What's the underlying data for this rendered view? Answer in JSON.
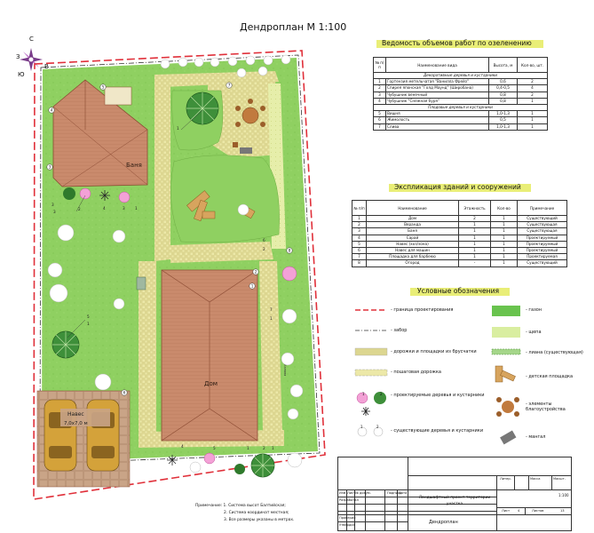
{
  "title": "Дендроплан М 1:100",
  "compass": {
    "n": "С",
    "s": "Ю",
    "w": "З",
    "e": "В"
  },
  "plan": {
    "labels": {
      "banya": "Баня",
      "dom": "Дом",
      "naves": "Навес",
      "naves_size": "7,0х7,0 м",
      "kanava": "Канава"
    },
    "markers": {
      "m1": "1",
      "m2": "2",
      "m3": "3",
      "m4": "4",
      "m5": "5",
      "m6": "6",
      "m7": "7",
      "m8": "8"
    },
    "callouts": {
      "c1": "1",
      "c2": "2",
      "c3": "3",
      "c3b": "3",
      "c3c": "3",
      "c5": "5",
      "c6": "6",
      "c1b": "1",
      "c4": "4",
      "c2b": "2",
      "c7": "7",
      "c1c": "1",
      "c1d": "1",
      "c4b": "4",
      "c5b": "5",
      "c1e": "1",
      "c2c": "2",
      "c1f": "1"
    }
  },
  "volume_table": {
    "title": "Ведомость объемов работ по озеленению",
    "headers": [
      "№ п/п",
      "Наименование вида",
      "Высота, м",
      "Кол-во, шт."
    ],
    "section1": "Декоративные деревья и кустарники",
    "rows1": [
      [
        "1",
        "Гортензия метельчатая \"Ванилла Фрейз\"",
        "0,6",
        "2"
      ],
      [
        "2",
        "Спирея японская \"Голд Маунд\" (Широбана)",
        "0,4-0,5",
        "4"
      ],
      [
        "3",
        "Чубушник венечный",
        "0,8",
        "2"
      ],
      [
        "4",
        "Чубушник \"Снежная буря\"",
        "0,8",
        "1"
      ]
    ],
    "section2": "Плодовые деревья и кустарники",
    "rows2": [
      [
        "5",
        "Вишня",
        "1,0-1,3",
        "1"
      ],
      [
        "6",
        "Жимолость",
        "0,5",
        "1"
      ],
      [
        "7",
        "Слива",
        "1,0-1,3",
        "1"
      ]
    ]
  },
  "buildings_table": {
    "title": "Экспликация зданий и сооружений",
    "headers": [
      "№ п/п",
      "Наименование",
      "Этажность",
      "Кол-во",
      "Примечание"
    ],
    "rows": [
      [
        "1",
        "Дом",
        "2",
        "1",
        "Существующий"
      ],
      [
        "2",
        "Веранда",
        "1",
        "1",
        "Существующая"
      ],
      [
        "3",
        "Баня",
        "1",
        "1",
        "Существующая"
      ],
      [
        "4",
        "Сарай",
        "1",
        "1",
        "Проектируемый"
      ],
      [
        "5",
        "Навес (хоз/зона)",
        "1",
        "1",
        "Проектируемый"
      ],
      [
        "6",
        "Навес для машин",
        "1",
        "1",
        "Проектируемый"
      ],
      [
        "7",
        "Площадка для барбекю",
        "1",
        "1",
        "Проектируемая"
      ],
      [
        "8",
        "Огород",
        "-",
        "1",
        "Существующий"
      ]
    ]
  },
  "legend": {
    "title": "Условные обозначения",
    "items": {
      "border": "- граница проектирования",
      "fence": "- забор",
      "paths": "- дорожки и площадки из брусчатки",
      "stepping": "- пошаговая дорожка",
      "planned": "- проектируемые деревья и кустарники",
      "existing": "- существующие деревья и кустарники",
      "lawn": "- газон",
      "gravel": "- щепа",
      "liana": "- лиана (существующая)",
      "playground": "- детская площадка",
      "amenities": "- элементы благоустройства",
      "grill": "- мангал"
    },
    "nums": {
      "p1": "1",
      "p2": "2",
      "e1": "1",
      "e2": "2"
    }
  },
  "notes": [
    "Примечание: 1. Система высот Балтийская;",
    "2. Система координат местная;",
    "3. Все размеры указаны в метрах."
  ],
  "stamp": {
    "izm": "Изм",
    "list": "Лист",
    "ndok": "№ докум.",
    "podp": "Подпись",
    "data": "Дата",
    "razrab": "Разработал",
    "prover": "Проверил",
    "utverd": "Утвердил",
    "project": "Ландшафтный проект территории участка",
    "drawing": "Дендроплан",
    "litera": "Литер.",
    "massa": "Масса",
    "masshtab": "Масшт.",
    "scale": "1:100",
    "list_label": "Лист",
    "list_num": "4",
    "listov_label": "Листов",
    "listov_num": "13"
  },
  "colors": {
    "lawn": "#8ccf5e",
    "lawn_light": "#b4e08a",
    "gravel": "#e4eca8",
    "paving": "#d9d48a",
    "roof": "#c98a6c",
    "roof_dark": "#8b4b33",
    "border": "#e0303a",
    "legend_bar": "#e9ee77"
  }
}
